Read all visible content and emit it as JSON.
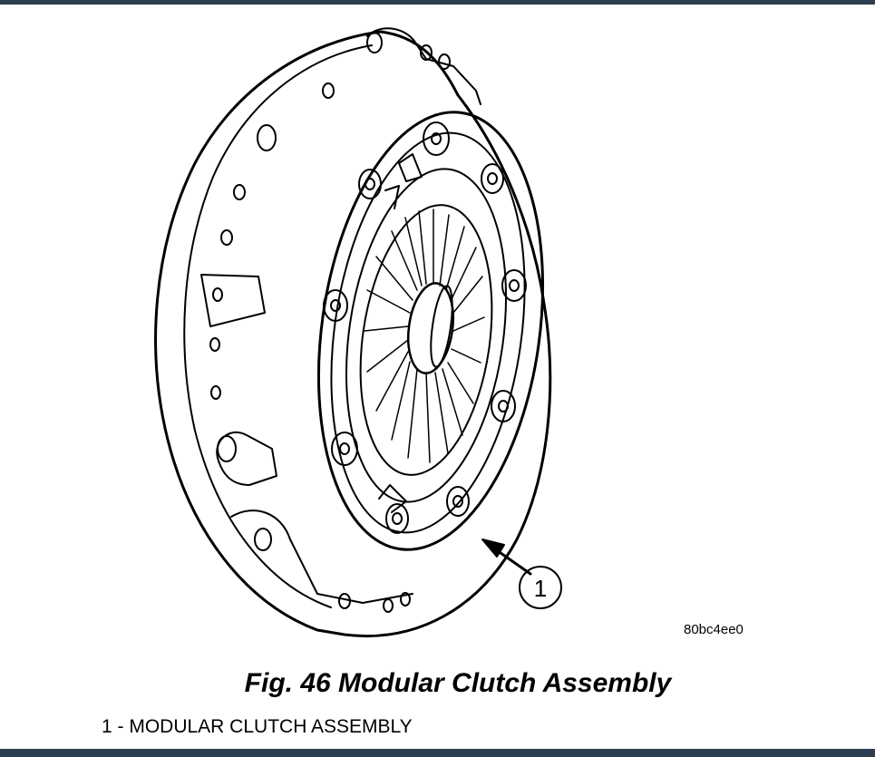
{
  "figure": {
    "caption": "Fig. 46 Modular Clutch Assembly",
    "image_code": "80bc4ee0",
    "callouts": [
      {
        "number": "1",
        "label": "MODULAR CLUTCH ASSEMBLY"
      }
    ],
    "legend": [
      {
        "text": "1 - MODULAR CLUTCH ASSEMBLY"
      }
    ]
  }
}
